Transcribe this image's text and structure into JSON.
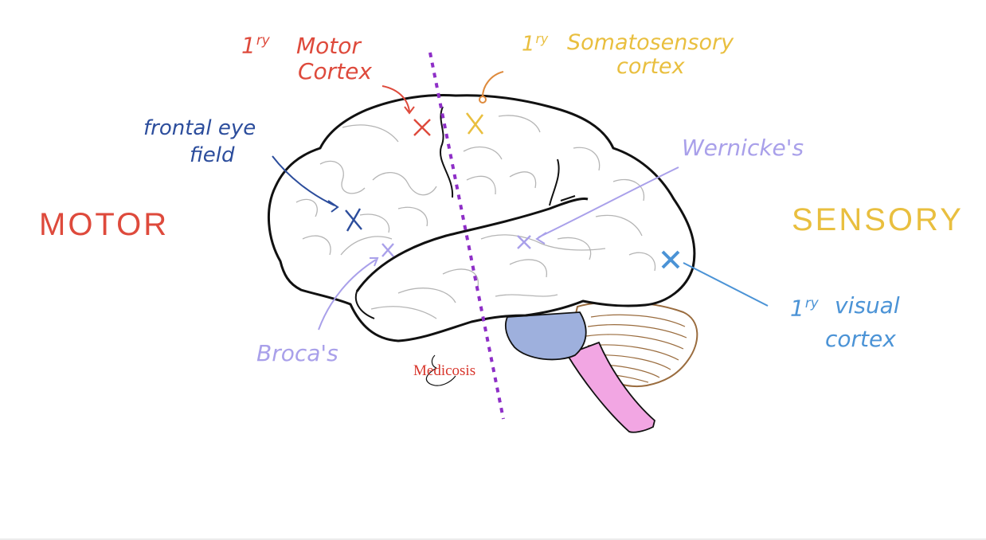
{
  "colors": {
    "motor": "#de4a3c",
    "sensory": "#e9bf3f",
    "frontal_eye": "#2c4d9c",
    "language": "#a9a0ea",
    "visual": "#4b93d6",
    "divider": "#8e2fc7",
    "brainstem": "#f2a6e3",
    "midbrain": "#9eb0dd",
    "cerebellum": "#9a6c3e"
  },
  "labels": {
    "motor_heading": "MOTOR",
    "sensory_heading": "SENSORY",
    "primary_prefix": "1",
    "primary_sup": "ry",
    "motor_cortex_line1": "Motor",
    "motor_cortex_line2": "Cortex",
    "somato_line1": "Somatosensory",
    "somato_line2": "cortex",
    "frontal_eye_line1": "frontal eye",
    "frontal_eye_line2": "field",
    "wernicke": "Wernicke's",
    "broca": "Broca's",
    "visual_line1": "visual",
    "visual_line2": "cortex"
  },
  "watermark": "Medicosis",
  "icons": {
    "area_marker": "x-mark-icon",
    "leader": "arrow-icon"
  }
}
